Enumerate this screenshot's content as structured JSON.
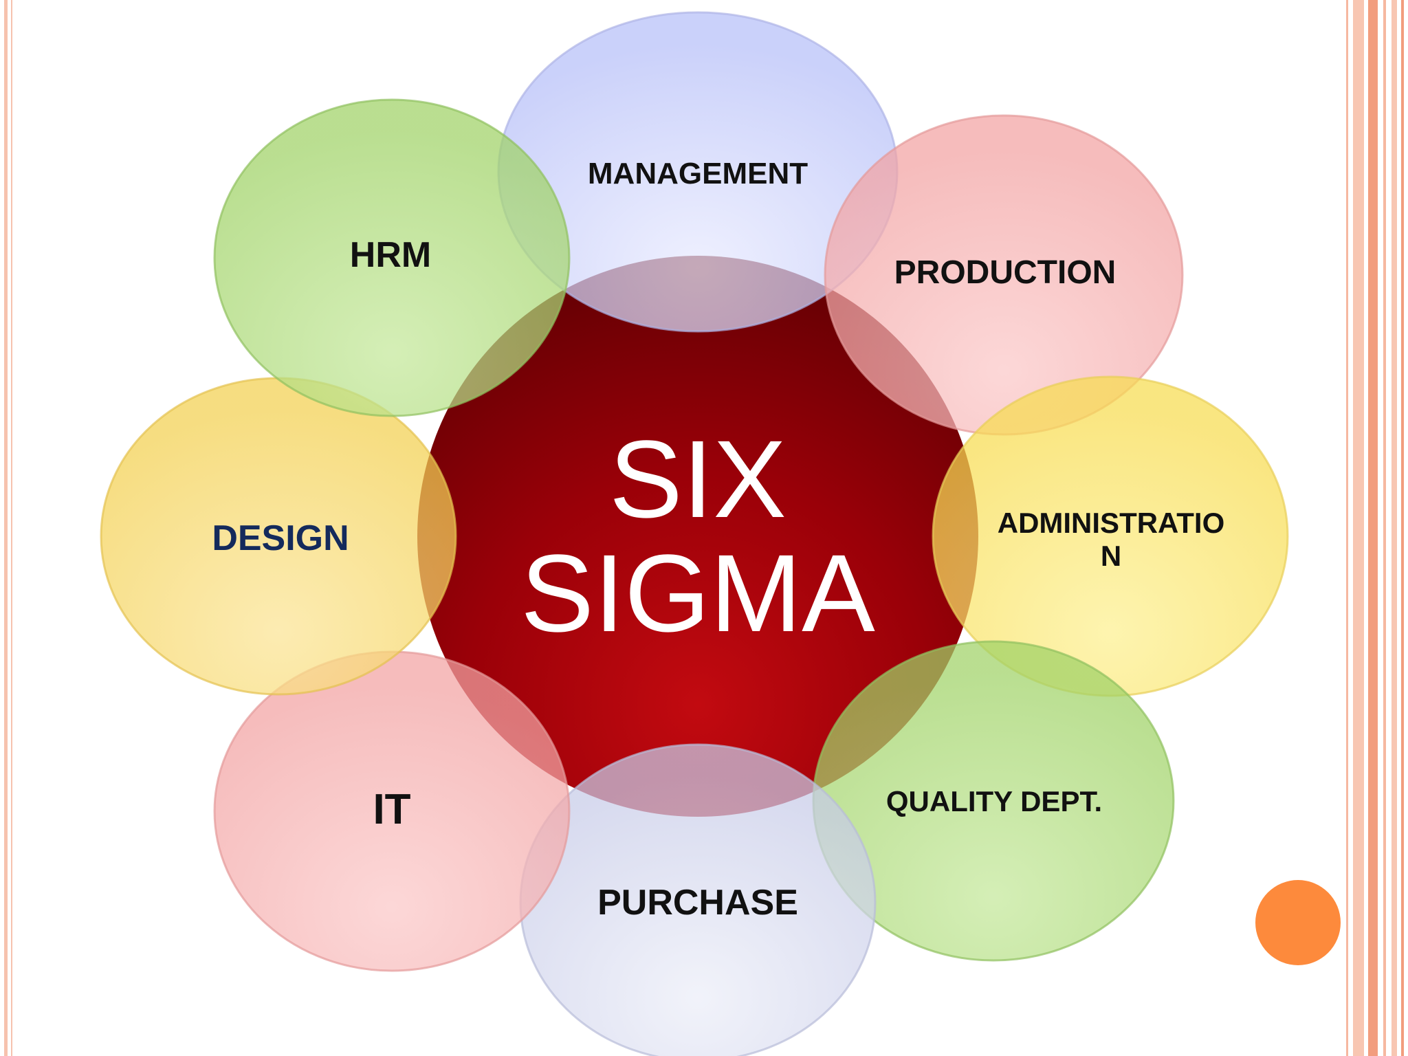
{
  "center": {
    "line1": "SIX",
    "line2": "SIGMA",
    "color": "#a80008",
    "text_color": "#ffffff"
  },
  "nodes": [
    {
      "id": "management",
      "label": "MANAGEMENT",
      "color": "#c2c8fa",
      "text_color": "#111111"
    },
    {
      "id": "production",
      "label": "PRODUCTION",
      "color": "#f7b0b0",
      "text_color": "#111111"
    },
    {
      "id": "administration",
      "label_line1": "ADMINISTRATIO",
      "label_line2": "N",
      "color": "#fbe868",
      "text_color": "#111111"
    },
    {
      "id": "quality",
      "label": "QUALITY DEPT.",
      "color": "#aedc7a",
      "text_color": "#111111"
    },
    {
      "id": "purchase",
      "label": "PURCHASE",
      "color": "#cfd3ec",
      "text_color": "#111111"
    },
    {
      "id": "it",
      "label": "IT",
      "color": "#f6b2b2",
      "text_color": "#111111"
    },
    {
      "id": "design",
      "label": "DESIGN",
      "color": "#f8dc6a",
      "text_color": "#142a5c"
    },
    {
      "id": "hrm",
      "label": "HRM",
      "color": "#aedc7a",
      "text_color": "#111111"
    }
  ],
  "frame": {
    "left_border_color": "#f4b49c",
    "right_border_color": "#f29d7e"
  },
  "accent_dot": {
    "color": "#fd8a3c"
  }
}
